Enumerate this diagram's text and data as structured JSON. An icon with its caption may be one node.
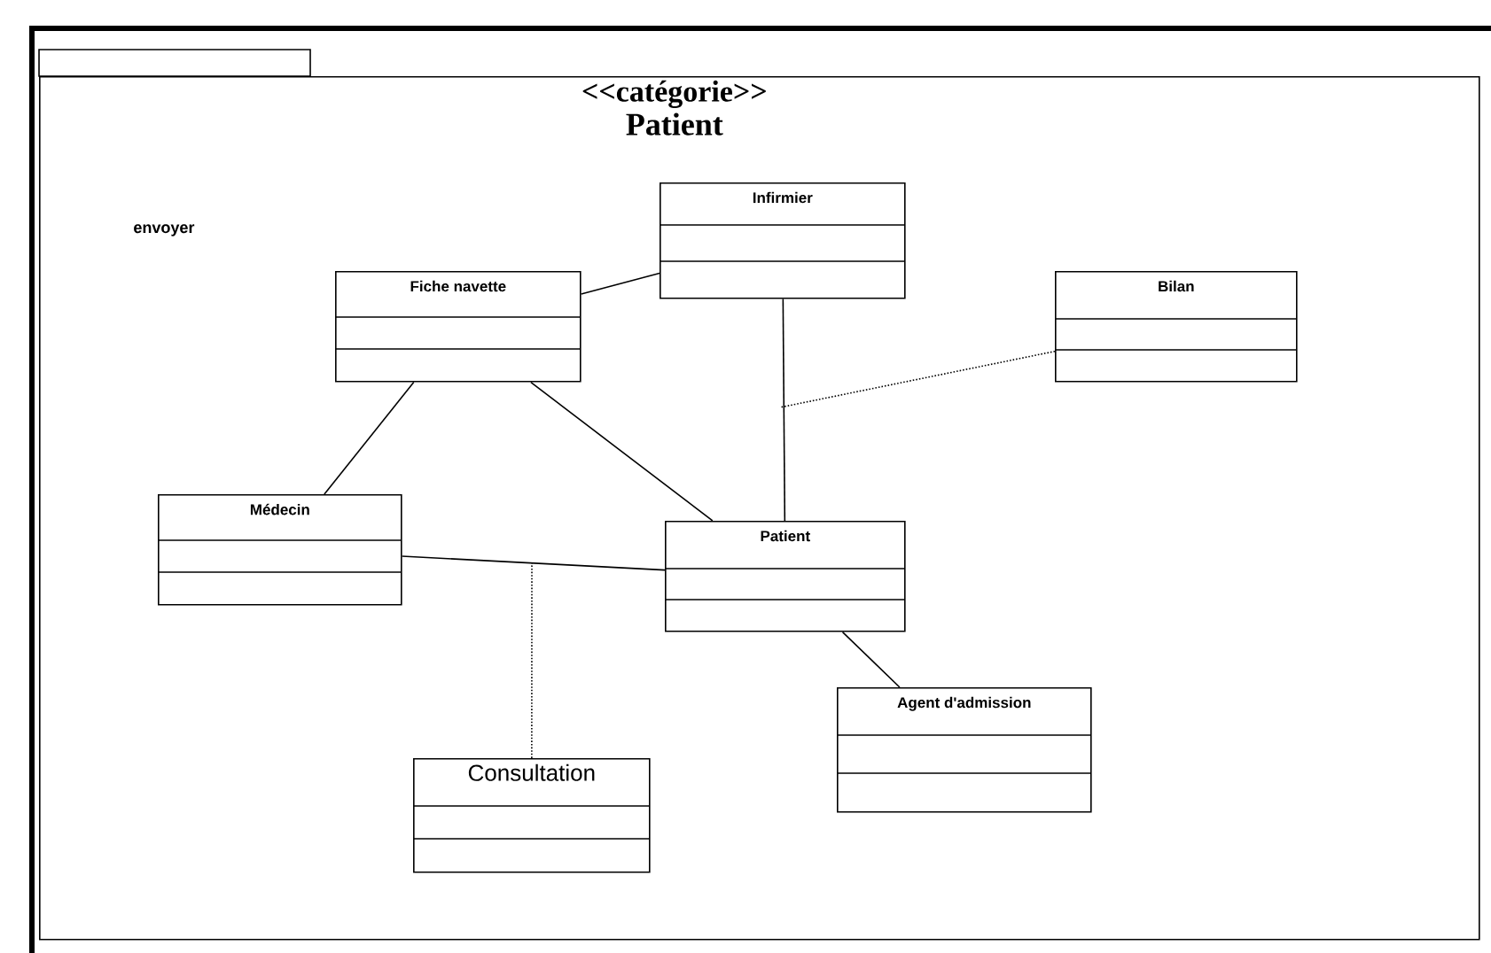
{
  "diagram": {
    "nodes": [
      {
        "text": [
          "<<catégorie>>",
          "Patient"
        ]
      },
      {
        "text": [
          "Infirmier"
        ],
        "in": 0
      },
      {
        "text": [
          "Fiche navette"
        ],
        "in": 0
      },
      {
        "text": [
          "Bilan"
        ],
        "in": 0
      },
      {
        "text": [
          "Médecin"
        ],
        "in": 0
      },
      {
        "text": [
          "Patient"
        ],
        "in": 0
      },
      {
        "text": [
          "Agent d'admission"
        ],
        "in": 0
      },
      {
        "text": [
          "Consultation"
        ],
        "in": 0
      }
    ],
    "edges": [
      {
        "from": 2,
        "to": 1,
        "arrow": "none"
      },
      {
        "from": 1,
        "to": 5,
        "arrow": "none"
      },
      {
        "from": 2,
        "to": 4,
        "arrow": "none"
      },
      {
        "from": 2,
        "to": 5,
        "arrow": "none"
      },
      {
        "from": 4,
        "to": 5,
        "arrow": "none"
      },
      {
        "from": 5,
        "to": 6,
        "arrow": "none"
      },
      {
        "from": 3,
        "to": null,
        "arrow": "none",
        "style": "dashed"
      },
      {
        "from": 7,
        "to": null,
        "arrow": "none",
        "style": "dashed"
      }
    ],
    "labels": [
      "envoyer"
    ]
  }
}
